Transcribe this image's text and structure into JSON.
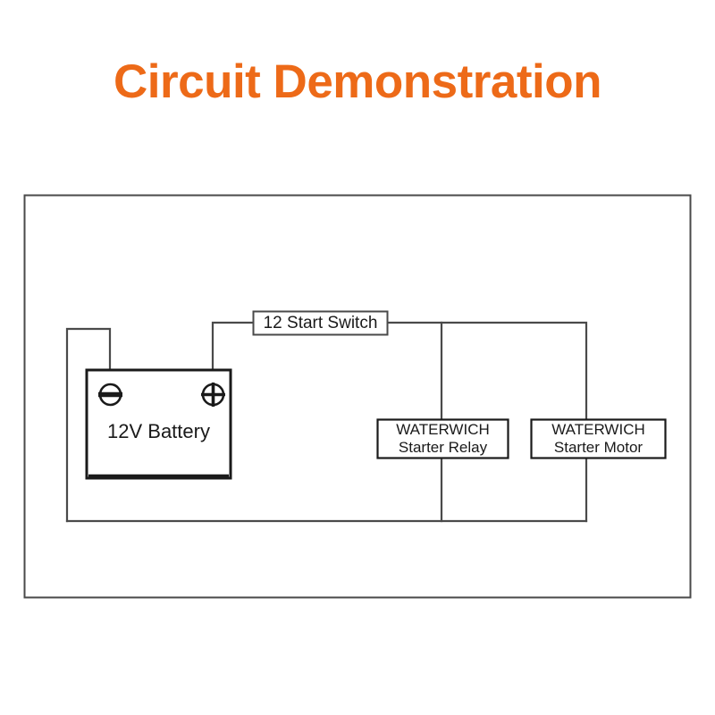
{
  "page": {
    "title": "Circuit Demonstration",
    "title_color": "#ED6A18",
    "background_color": "#FFFFFF",
    "line_color": "#3A3A3A"
  },
  "diagram": {
    "frame_name": "diagram-frame",
    "battery": {
      "label": "12V Battery",
      "negative_terminal_symbol": "minus-circle",
      "positive_terminal_symbol": "plus-circle"
    },
    "switch": {
      "label": "12 Start Switch"
    },
    "relay": {
      "line1": "WATERWICH",
      "line2": "Starter Relay"
    },
    "motor": {
      "line1": "WATERWICH",
      "line2": "Starter Motor"
    }
  }
}
